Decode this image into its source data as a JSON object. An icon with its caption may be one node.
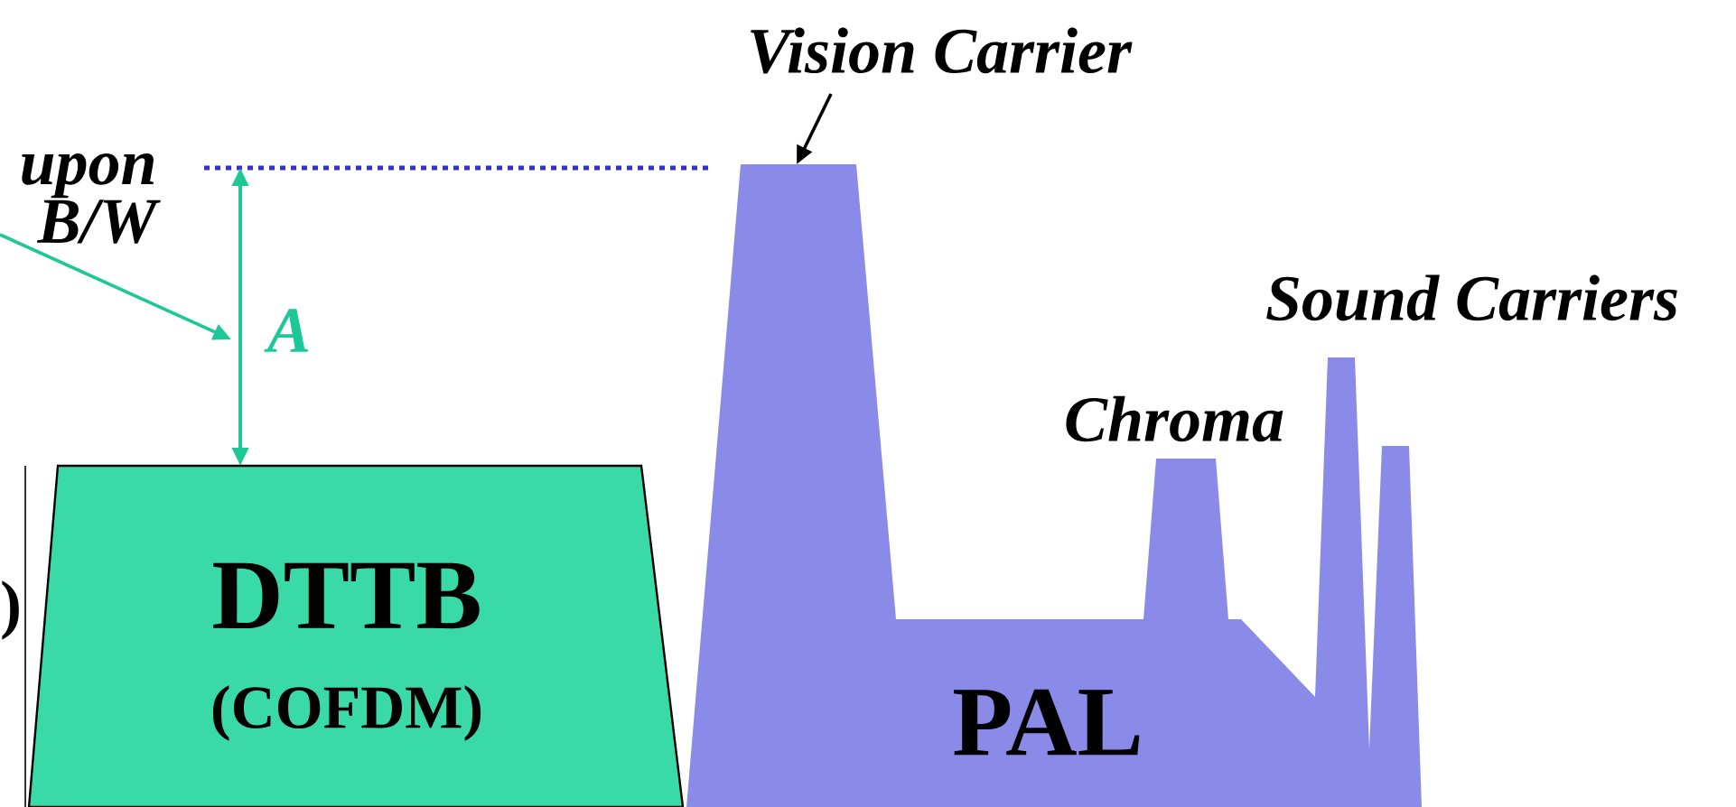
{
  "diagram": {
    "nodes": [
      {
        "text": [
          "upon B/W"
        ]
      },
      {
        "text": [
          "Vision Carrier"
        ]
      },
      {
        "text": [
          "DTTB",
          "(COFDM)"
        ]
      },
      {
        "text": [
          "PAL"
        ]
      }
    ],
    "edges": [
      {
        "from": 0,
        "to": null,
        "arrow": "to",
        "color": "#1ec896"
      },
      {
        "from": 1,
        "to": 3,
        "arrow": "to",
        "color": "#000000"
      }
    ],
    "labels": [
      "A",
      "Chroma",
      "Sound Carriers",
      ")"
    ]
  }
}
